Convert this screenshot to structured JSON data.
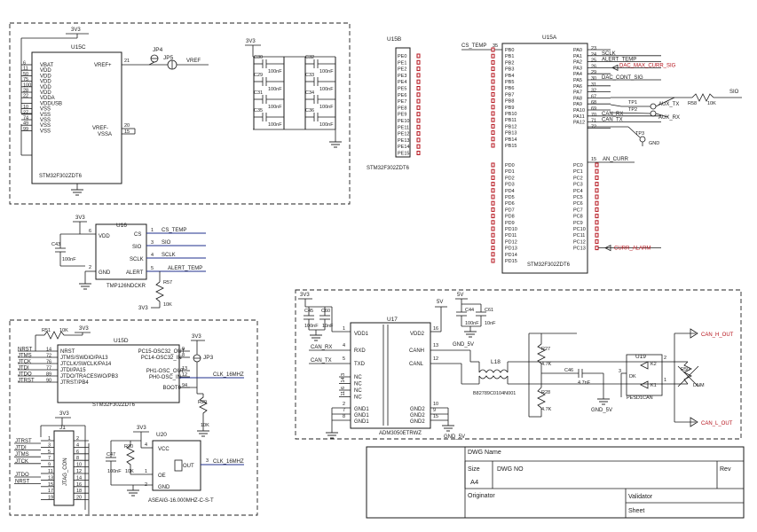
{
  "u15c": {
    "ref": "U15C",
    "part": "STM32F302ZDT6",
    "rail": "3V3",
    "pins_left": [
      {
        "num": "6",
        "name": "VBAT"
      },
      {
        "num": "11",
        "name": "VDD"
      },
      {
        "num": "50",
        "name": "VDD"
      },
      {
        "num": "75",
        "name": "VDD"
      },
      {
        "num": "100",
        "name": "VDD"
      },
      {
        "num": "28",
        "name": "VDD"
      },
      {
        "num": "22",
        "name": "VDDA"
      },
      {
        "num": "",
        "name": "VDDUSB"
      },
      {
        "num": "10",
        "name": "VSS"
      },
      {
        "num": "27",
        "name": "VSS"
      },
      {
        "num": "74",
        "name": "VSS"
      },
      {
        "num": "49",
        "name": "VSS"
      },
      {
        "num": "99",
        "name": "VSS"
      }
    ],
    "vref_plus": "VREF+",
    "vref_plus_pin": "21",
    "vref_minus": "VREF-",
    "vssa": "VSSA",
    "vssa_pin": "20",
    "vssa_pin2": "15",
    "jp4": "JP4",
    "jp5": "JP5",
    "vref_net": "VREF"
  },
  "decoupling": {
    "rail": "3V3",
    "caps": [
      {
        "ref": "C30",
        "value": "100nF"
      },
      {
        "ref": "C29",
        "value": "100nF"
      },
      {
        "ref": "C31",
        "value": "100nF"
      },
      {
        "ref": "C35",
        "value": "100nF"
      },
      {
        "ref": "C32",
        "value": "100nF"
      },
      {
        "ref": "C33",
        "value": "100nF"
      },
      {
        "ref": "C34",
        "value": "100nF"
      },
      {
        "ref": "C36",
        "value": "100nF"
      }
    ]
  },
  "u15b": {
    "ref": "U15B",
    "part": "STM32F302ZDT6",
    "pins": [
      "PE0",
      "PE1",
      "PE2",
      "PE3",
      "PE4",
      "PE5",
      "PE6",
      "PE7",
      "PE8",
      "PE9",
      "PE10",
      "PE11",
      "PE12",
      "PE13",
      "PE14",
      "PE15"
    ]
  },
  "u15a": {
    "ref": "U15A",
    "part": "STM32F302ZDT6",
    "left_pins": [
      "PB0",
      "PB1",
      "PB2",
      "PB3",
      "PB4",
      "PB5",
      "PB6",
      "PB7",
      "PB8",
      "PB9",
      "PB10",
      "PB11",
      "PB12",
      "PB13",
      "PB14",
      "PB15"
    ],
    "left_pins_d": [
      "PD0",
      "PD1",
      "PD2",
      "PD3",
      "PD4",
      "PD5",
      "PD6",
      "PD7",
      "PD8",
      "PD9",
      "PD10",
      "PD11",
      "PD12",
      "PD13",
      "PD14",
      "PD15"
    ],
    "right_pins_a": [
      {
        "name": "PA0",
        "num": "23",
        "net": ""
      },
      {
        "name": "PA1",
        "num": "24",
        "net": "SCLK"
      },
      {
        "name": "PA2",
        "num": "25",
        "net": "ALERT_TEMP"
      },
      {
        "name": "PA3",
        "num": "26",
        "net": "DAC_MAX_CURR_SIG"
      },
      {
        "name": "PA4",
        "num": "29",
        "net": ""
      },
      {
        "name": "PA5",
        "num": "30",
        "net": "DAC_CONT_SIG"
      },
      {
        "name": "PA6",
        "num": "31",
        "net": ""
      },
      {
        "name": "PA7",
        "num": "32",
        "net": ""
      },
      {
        "name": "PA8",
        "num": "67",
        "net": ""
      },
      {
        "name": "PA9",
        "num": "68",
        "net": ""
      },
      {
        "name": "PA10",
        "num": "69",
        "net": ""
      },
      {
        "name": "PA11",
        "num": "70",
        "net": "CAN_RX"
      },
      {
        "name": "PA12",
        "num": "71",
        "net": "CAN_TX"
      },
      {
        "name": "",
        "num": "72",
        "net": ""
      }
    ],
    "right_pins_c": [
      "PC0",
      "PC1",
      "PC2",
      "PC3",
      "PC4",
      "PC5",
      "PC6",
      "PC7",
      "PC8",
      "PC9",
      "PC10",
      "PC11",
      "PC12",
      "PC13"
    ],
    "pc0_num": "15",
    "pc0_net": "AN_CURR",
    "pc13_net": "CURR_ALARM",
    "cs_temp_net": "CS_TEMP",
    "cs_temp_pin": "35",
    "aux_tx": "AUX_TX",
    "aux_rx": "AUX_RX",
    "tp1": "TP1",
    "tp2": "TP2",
    "tp3": "TP3",
    "gnd": "GND",
    "r58": "R58",
    "r58_value": "10K",
    "sio": "SIO"
  },
  "u16": {
    "ref": "U16",
    "part": "TMP126NDCKR",
    "rail": "3V3",
    "vdd": "VDD",
    "gnd": "GND",
    "cs": "CS",
    "sio": "SIO",
    "sclk": "SCLK",
    "alert": "ALERT",
    "pin_vdd": "6",
    "pin_gnd": "2",
    "pin_cs": "1",
    "pin_sio": "3",
    "pin_sclk": "4",
    "pin_alert": "5",
    "net_cs": "CS_TEMP",
    "net_sio": "SIO",
    "net_sclk": "SCLK",
    "net_alert": "ALERT_TEMP",
    "c43": "C43",
    "c43_value": "100nF",
    "r57": "R57",
    "r57_value": "10K",
    "rail2": "3V3"
  },
  "u15d": {
    "ref": "U15D",
    "part": "STM32F302ZDT6",
    "rail": "3V3",
    "r51": "R51",
    "r51_value": "10K",
    "left": [
      {
        "net": "NRST",
        "num": "14",
        "name": "NRST"
      },
      {
        "net": "JTMS",
        "num": "72",
        "name": "JTMS/SWDIO/PA13"
      },
      {
        "net": "JTCK",
        "num": "76",
        "name": "JTCLK/SWCLK/PA14"
      },
      {
        "net": "JTDI",
        "num": "77",
        "name": "JTDI/PA15"
      },
      {
        "net": "JTDO",
        "num": "89",
        "name": "JTDO/TRACESWO/PB3"
      },
      {
        "net": "JTRST",
        "num": "90",
        "name": "JTRST/PB4"
      }
    ],
    "right": [
      {
        "name": "PC15-OSC32_OUT",
        "num": "9"
      },
      {
        "name": "PC14-OSC32_IN",
        "num": "8"
      },
      {
        "name": "PH1-OSC_OUT",
        "num": "13"
      },
      {
        "name": "PH0-OSC_IN",
        "num": "12"
      },
      {
        "name": "BOOT0",
        "num": "94"
      }
    ],
    "jp3": "JP3",
    "clk_net": "CLK_16MHZ",
    "r29": "R29",
    "r29_value": "10K",
    "rail2": "3V3"
  },
  "j1": {
    "ref": "J1",
    "part": "JTAG_CON",
    "rail": "3V3",
    "nets_left": [
      "JTRST",
      "JTDI",
      "JTMS",
      "JTCK",
      "",
      "JTDO",
      "NRST"
    ],
    "pins_left": [
      "1",
      "3",
      "5",
      "7",
      "9",
      "11",
      "13",
      "15",
      "17",
      "19"
    ],
    "pins_right": [
      "2",
      "4",
      "6",
      "8",
      "10",
      "12",
      "14",
      "16",
      "18",
      "20"
    ]
  },
  "u20": {
    "ref": "U20",
    "part": "ASEAIG-16.000MHZ-C-S-T",
    "rail": "3V3",
    "vcc": "VCC",
    "oe": "OE",
    "gnd": "GND",
    "out": "OUT",
    "pin_vcc": "4",
    "pin_oe": "1",
    "pin_gnd": "2",
    "pin_out": "3",
    "c47": "C47",
    "c47_value": "100nF",
    "r30": "R30",
    "r30_value": "10K",
    "clk_net": "CLK_16MHZ"
  },
  "u17": {
    "ref": "U17",
    "part": "ADM3050ETRWZ",
    "vdd1": "VDD1",
    "vdd2": "VDD2",
    "rxd": "RXD",
    "txd": "TXD",
    "nc": "NC",
    "gnd1": "GND1",
    "gnd2": "GND2",
    "canh": "CANH",
    "canl": "CANL",
    "pin_vdd1": "1",
    "pin_rxd": "4",
    "pin_txd": "5",
    "pin_gnd1a": "2",
    "pin_gnd1b": "7",
    "pin_gnd1c": "8",
    "pin_vdd2": "16",
    "pin_canh": "13",
    "pin_canl": "12",
    "pin_gnd2a": "10",
    "pin_gnd2b": "9",
    "pin_gnd2c": "15",
    "nc_pins": [
      "3",
      "14",
      "6",
      "11"
    ],
    "rail_3v3": "3V3",
    "rail_5v": "5V",
    "can_rx": "CAN_RX",
    "can_tx": "CAN_TX",
    "c45": "C45",
    "c45_value": "100nF",
    "c60": "C60",
    "c60_value": "10nF",
    "c44": "C44",
    "c44_value": "100nF",
    "c61": "C61",
    "c61_value": "10nF",
    "gnd5v": "GND_5V"
  },
  "can_filter": {
    "l18": "L18",
    "l18_part": "B82789C0104N001",
    "r27": "R27",
    "r27_value": "4.7K",
    "r28": "R28",
    "r28_value": "4.7K",
    "c46": "C46",
    "c46_value": "4.7nF",
    "gnd5v": "GND_5V",
    "u19": "U19",
    "u19_part": "PESD1CAN",
    "dk": "DK",
    "k1": "K1",
    "k2": "K2",
    "r50": "R50",
    "r50_value": "DNM",
    "can_h_out": "CAN_H_OUT",
    "can_l_out": "CAN_L_OUT",
    "pin2": "2",
    "pin1": "1",
    "pin3": "3"
  },
  "title_block": {
    "dwg_name": "DWG Name",
    "size_label": "Size",
    "size_value": "A4",
    "dwg_no": "DWG NO",
    "rev": "Rev",
    "originator": "Originator",
    "validator": "Validator",
    "sheet": "Sheet"
  }
}
